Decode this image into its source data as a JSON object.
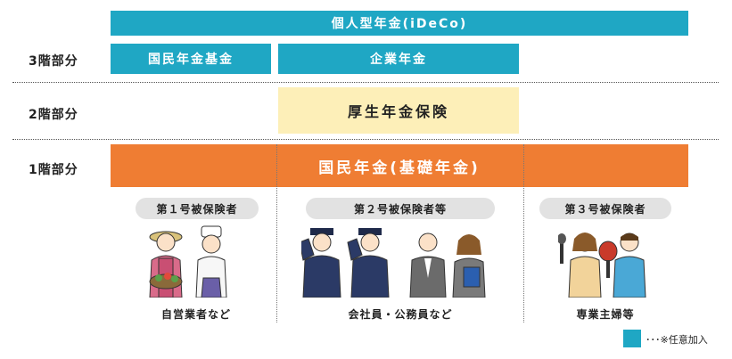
{
  "tiers": {
    "tier3": "3階部分",
    "tier2": "2階部分",
    "tier1": "1階部分"
  },
  "bars": {
    "ideco": "個人型年金(iDeCo)",
    "national_fund": "国民年金基金",
    "corporate": "企業年金",
    "welfare": "厚生年金保険",
    "national": "国民年金(基礎年金)"
  },
  "groups": [
    {
      "label": "第１号被保険者",
      "caption": "自営業者など"
    },
    {
      "label": "第２号被保険者等",
      "caption": "会社員・公務員など"
    },
    {
      "label": "第３号被保険者",
      "caption": "専業主婦等"
    }
  ],
  "legend": {
    "text": "･･･※任意加入"
  },
  "colors": {
    "teal": "#1fa7c4",
    "yellow": "#fdefb8",
    "orange": "#ef7d33",
    "pill": "#e2e2e2"
  }
}
